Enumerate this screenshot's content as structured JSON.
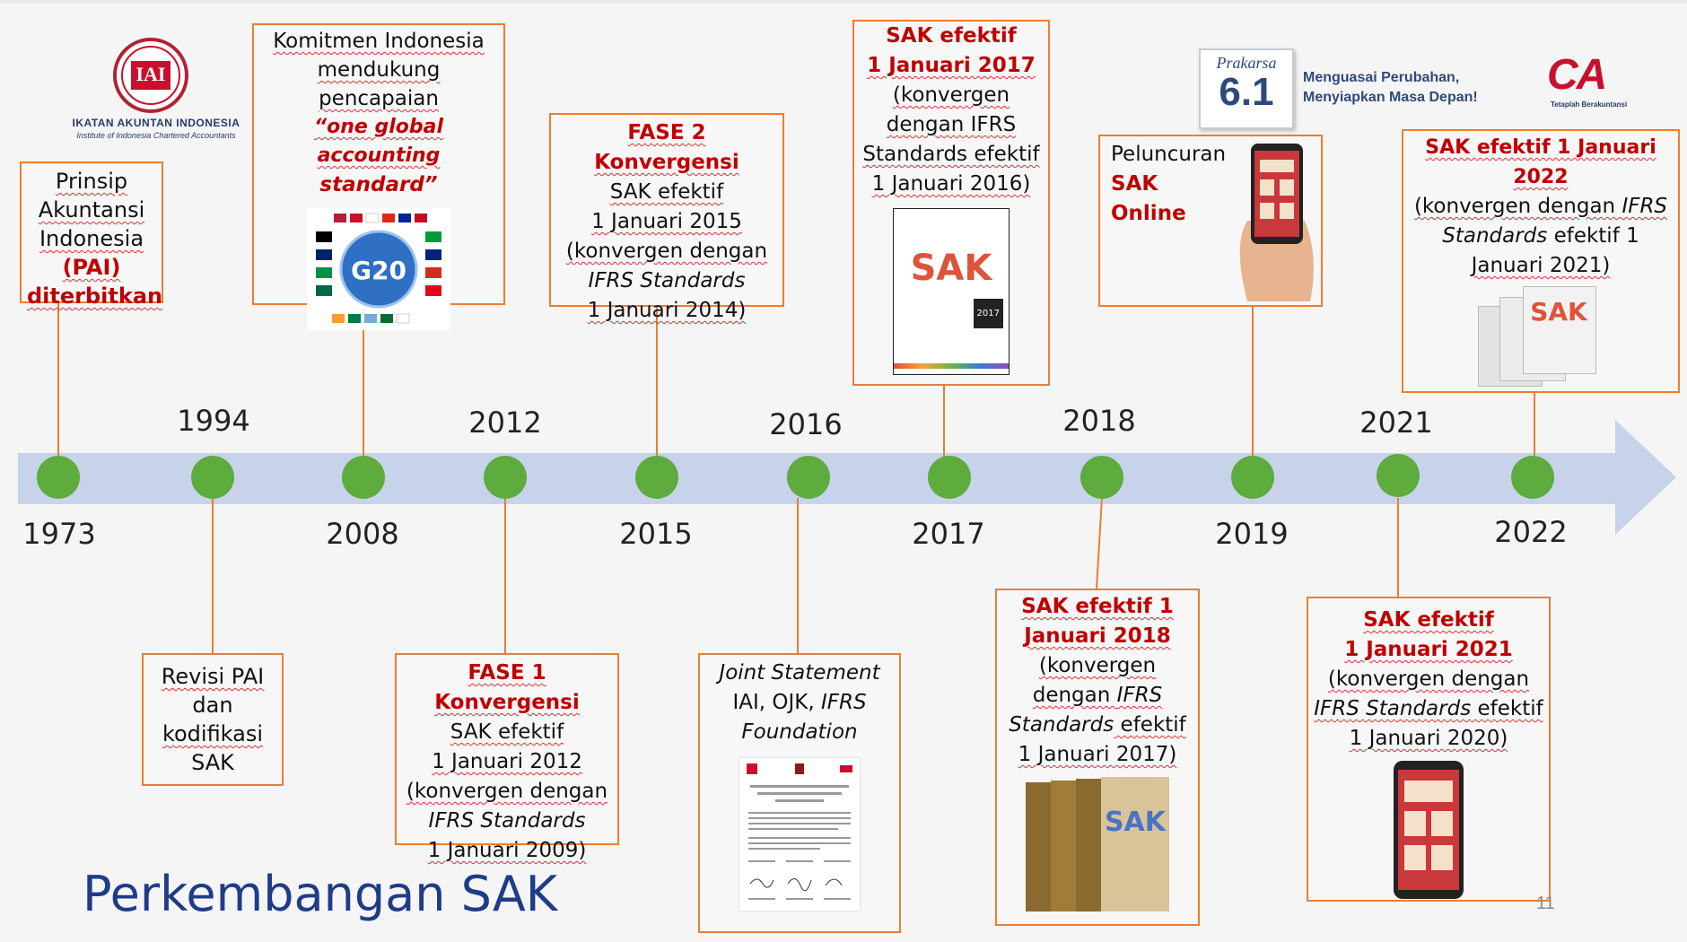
{
  "title": "Perkembangan SAK",
  "page_number": "11",
  "colors": {
    "arrow": "#c7d3ea",
    "dot": "#5eab3e",
    "box_border": "#ed7d31",
    "highlight": "#c00000",
    "title": "#1f3c88"
  },
  "years_top": [
    "1994",
    "2012",
    "2016",
    "2018",
    "2021"
  ],
  "years_bottom": [
    "1973",
    "2008",
    "2015",
    "2017",
    "2019",
    "2022"
  ],
  "logos": {
    "iai_mark": "IAI",
    "iai_name": "IKATAN AKUNTAN INDONESIA",
    "iai_sub": "Institute of Indonesia Chartered Accountants",
    "g20": "G20",
    "prakarsa_word": "Prakarsa",
    "prakarsa_num": "6.1",
    "tagline": [
      "Menguasai Perubahan,",
      "Menyiapkan Masa Depan!"
    ],
    "ca": "CA",
    "ca_sub": "Tetaplah Berakuntansi",
    "sak_cover": "SAK",
    "sak_cover_year": "2017"
  },
  "events": {
    "e1973": {
      "l1": "Prinsip",
      "l2": "Akuntansi",
      "l3": "Indonesia",
      "l4": "(PAI)",
      "l5": "diterbitkan"
    },
    "e1994": {
      "l1": "Revisi PAI",
      "l2": "dan",
      "l3": "kodifikasi",
      "l4": "SAK"
    },
    "e2008": {
      "l1": "Komitmen Indonesia",
      "l2": "mendukung pencapaian",
      "l3": "“one global accounting",
      "l4": "standard”"
    },
    "e2012": {
      "l1": "FASE 1 Konvergensi",
      "l2": "SAK efektif",
      "l3": "1 Januari 2012",
      "l4": "(konvergen dengan",
      "l5": "IFRS Standards",
      "l6": "1 Januari 2009)"
    },
    "e2015": {
      "l1": "FASE 2 Konvergensi",
      "l2": "SAK efektif",
      "l3": "1 Januari 2015",
      "l4": "(konvergen dengan",
      "l5": "IFRS Standards",
      "l6": "1 Januari 2014)"
    },
    "e2016": {
      "l1": "Joint Statement",
      "l2": "IAI, OJK, ",
      "l2b": "IFRS",
      "l3": "Foundation"
    },
    "e2017": {
      "l1": "SAK efektif",
      "l2": "1 Januari 2017",
      "l3": "(konvergen",
      "l4": "dengan IFRS",
      "l5": "Standards efektif",
      "l6": "1 Januari 2016)"
    },
    "e2018": {
      "l1": "SAK efektif 1",
      "l2": "Januari 2018",
      "l3": "(konvergen",
      "l4": "dengan ",
      "l4b": "IFRS",
      "l5": "Standards",
      "l5b": " efektif",
      "l6": "1 Januari 2017)"
    },
    "e2019": {
      "l1": "Peluncuran",
      "l2": "SAK",
      "l3": "Online"
    },
    "e2021": {
      "l1": "SAK efektif",
      "l2": "1 Januari 2021",
      "l3": "(konvergen dengan",
      "l4": "IFRS Standards",
      "l4b": " efektif",
      "l5": "1 Januari 2020)"
    },
    "e2022": {
      "l1": "SAK efektif 1 Januari 2022",
      "l2": "(konvergen dengan ",
      "l2b": "IFRS",
      "l3": "Standards",
      "l3b": " efektif 1",
      "l4": "Januari 2021)"
    }
  }
}
